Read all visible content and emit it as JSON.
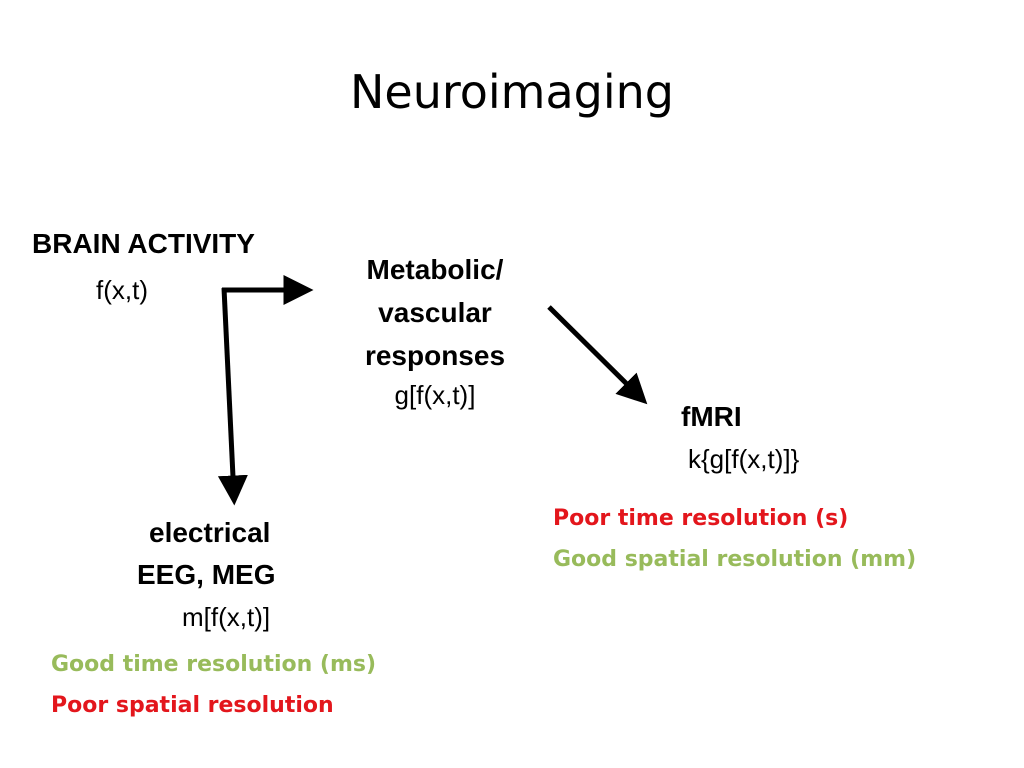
{
  "title": "Neuroimaging",
  "nodes": {
    "brain": {
      "heading": "BRAIN ACTIVITY",
      "formula": "f(x,t)"
    },
    "metabolic": {
      "line1": "Metabolic/",
      "line2": "vascular",
      "line3": "responses",
      "formula": "g[f(x,t)]"
    },
    "fmri": {
      "heading": "fMRI",
      "formula": "k{g[f(x,t)]}"
    },
    "electrical": {
      "line1": "electrical",
      "line2": "EEG, MEG",
      "formula": "m[f(x,t)]"
    }
  },
  "notes": {
    "fmri_time": "Poor time resolution (s)",
    "fmri_spatial": "Good spatial resolution (mm)",
    "eeg_time": "Good time resolution (ms)",
    "eeg_spatial": "Poor spatial resolution"
  },
  "colors": {
    "poor": "#e3161c",
    "good": "#98bb5b",
    "arrow": "#000000"
  }
}
